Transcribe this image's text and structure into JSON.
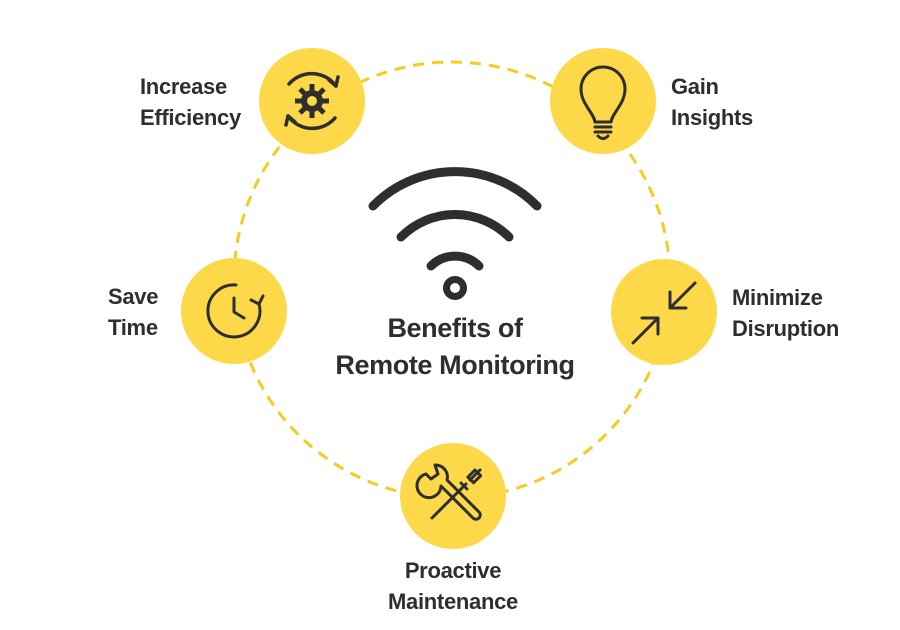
{
  "title": {
    "line1": "Benefits of",
    "line2": "Remote Monitoring"
  },
  "colors": {
    "accent": "#fdd94a",
    "dash": "#f5cc1f",
    "text": "#2e2e2e",
    "icon": "#2e2e2e"
  },
  "benefits": [
    {
      "icon": "gear-cycle-icon",
      "line1": "Increase",
      "line2": "Efficiency"
    },
    {
      "icon": "lightbulb-icon",
      "line1": "Gain",
      "line2": "Insights"
    },
    {
      "icon": "compress-arrows-icon",
      "line1": "Minimize",
      "line2": "Disruption"
    },
    {
      "icon": "wrench-screwdriver-icon",
      "line1": "Proactive",
      "line2": "Maintenance"
    },
    {
      "icon": "clock-icon",
      "line1": "Save",
      "line2": "Time"
    }
  ]
}
